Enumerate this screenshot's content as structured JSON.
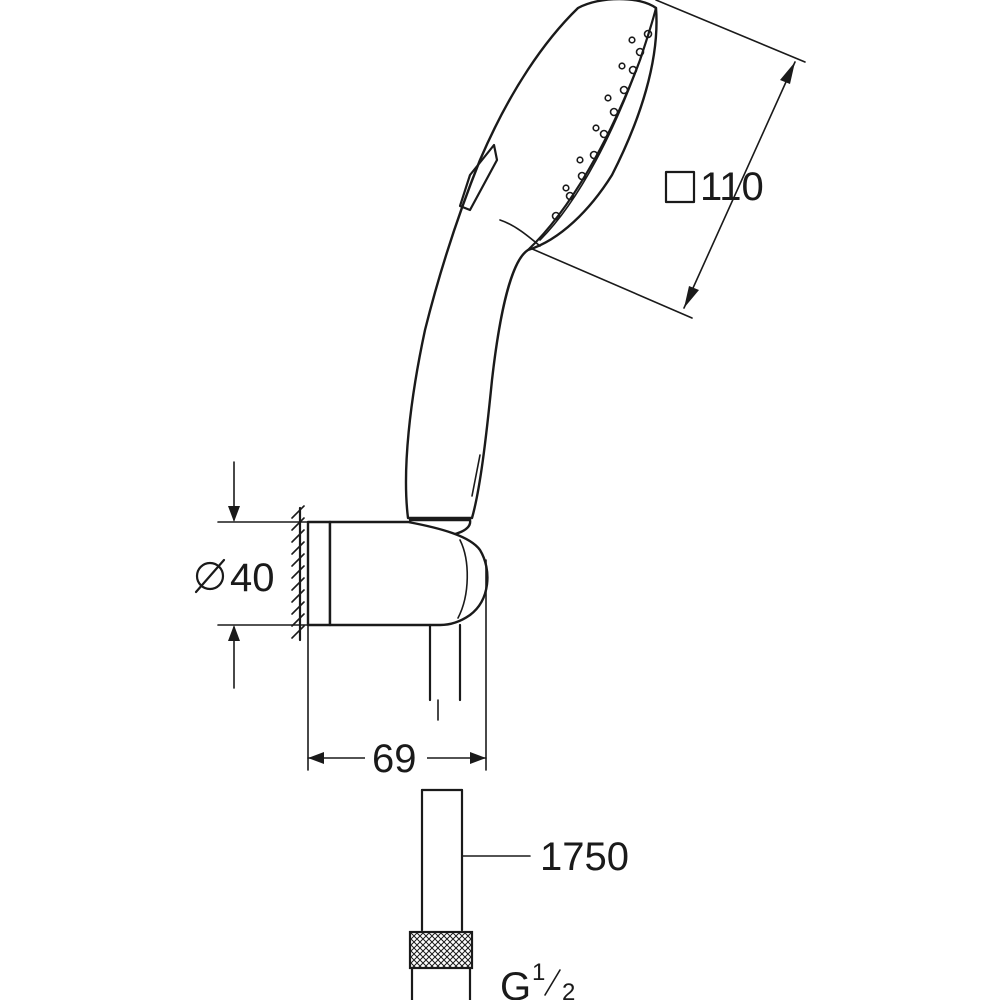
{
  "dimensions": {
    "spray_face": "110",
    "holder_diameter": "40",
    "holder_depth": "69",
    "hose_length": "1750",
    "thread_letter": "G",
    "thread_numerator": "1",
    "thread_denominator": "2"
  },
  "colors": {
    "line": "#1a1a1a",
    "background": "#ffffff"
  },
  "symbols": {
    "square": "square-symbol",
    "diameter": "diameter-symbol"
  }
}
